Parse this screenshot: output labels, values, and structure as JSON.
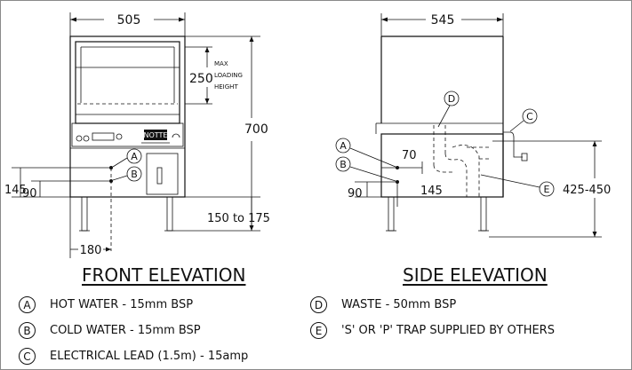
{
  "front": {
    "title": "FRONT ELEVATION",
    "dim_width": "505",
    "dim_loading": "250",
    "max_loading_text": [
      "MAX",
      "LOADING",
      "HEIGHT"
    ],
    "dim_height": "700",
    "dim_feet": "150 to 175",
    "dim_145": "145",
    "dim_90": "90",
    "dim_180": "180",
    "logo_text": "NOTTE",
    "callout_a": "A",
    "callout_b": "B"
  },
  "side": {
    "title": "SIDE ELEVATION",
    "dim_width": "545",
    "dim_70": "70",
    "dim_145": "145",
    "dim_90": "90",
    "dim_waste": "425-450",
    "callout_a": "A",
    "callout_b": "B",
    "callout_c": "C",
    "callout_d": "D",
    "callout_e": "E"
  },
  "legend": [
    {
      "key": "A",
      "text": "HOT WATER - 15mm BSP"
    },
    {
      "key": "B",
      "text": "COLD WATER - 15mm BSP"
    },
    {
      "key": "C",
      "text": "ELECTRICAL LEAD (1.5m) - 15amp"
    },
    {
      "key": "D",
      "text": "WASTE - 50mm BSP"
    },
    {
      "key": "E",
      "text": "'S' OR 'P' TRAP SUPPLIED BY OTHERS"
    }
  ]
}
